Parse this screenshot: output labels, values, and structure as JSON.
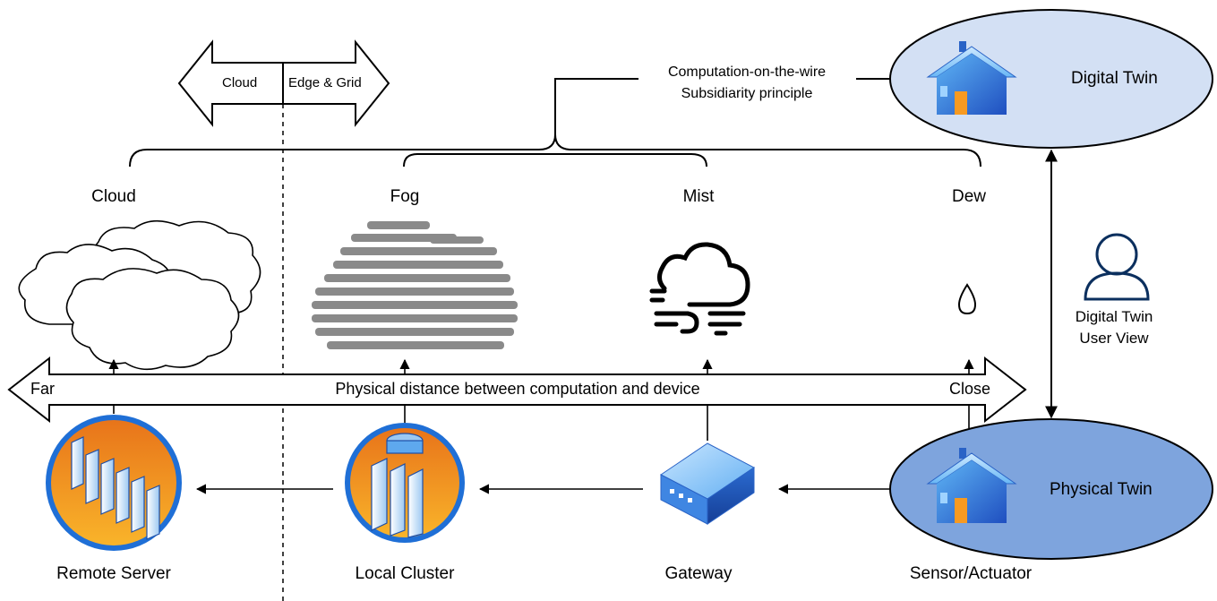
{
  "header_arrow": {
    "left": "Cloud",
    "right": "Edge & Grid"
  },
  "annotation": {
    "line1": "Computation-on-the-wire",
    "line2": "Subsidiarity principle"
  },
  "layers": {
    "cloud": "Cloud",
    "fog": "Fog",
    "mist": "Mist",
    "dew": "Dew"
  },
  "distance_arrow": {
    "far": "Far",
    "label": "Physical distance between computation and device",
    "close": "Close"
  },
  "devices": {
    "remote_server": "Remote Server",
    "local_cluster": "Local Cluster",
    "gateway": "Gateway",
    "sensor": "Sensor/Actuator"
  },
  "digital_twin": {
    "label": "Digital Twin",
    "fill": "#d3e0f4"
  },
  "physical_twin": {
    "label": "Physical Twin",
    "fill": "#7ea4dd"
  },
  "user_view": {
    "line1": "Digital Twin",
    "line2": "User View"
  }
}
